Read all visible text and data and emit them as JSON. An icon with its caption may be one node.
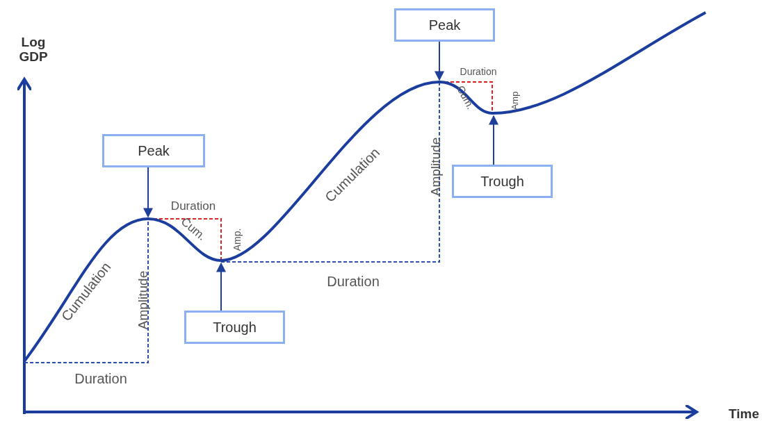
{
  "diagram": {
    "nodes": [
      {
        "text": [
          "Peak"
        ]
      },
      {
        "text": [
          "Trough"
        ]
      },
      {
        "text": [
          "Peak"
        ]
      },
      {
        "text": [
          "Trough"
        ]
      }
    ],
    "edges": [
      {
        "from": 0,
        "to": null,
        "arrow": "to"
      },
      {
        "from": 1,
        "to": null,
        "arrow": "to"
      },
      {
        "from": 2,
        "to": null,
        "arrow": "to"
      },
      {
        "from": 3,
        "to": null,
        "arrow": "to"
      }
    ],
    "labels": [
      "Log GDP",
      "Duration",
      "Cum.",
      "Amp",
      "Cumulation",
      "Amplitude",
      "Duration",
      "Cum.",
      "Amp.",
      "Duration",
      "Cumulation",
      "Amplitude",
      "Duration",
      "Time"
    ]
  }
}
